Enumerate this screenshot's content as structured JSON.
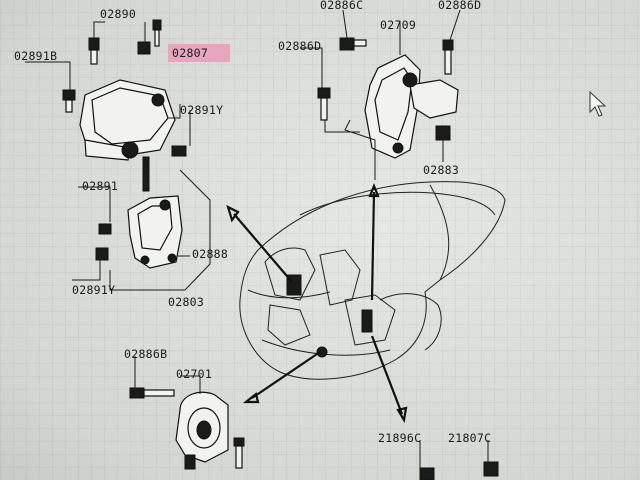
{
  "diagram": {
    "labels": {
      "p02890": "02890",
      "p02807": "02807",
      "p02891B": "02891B",
      "p02891Y_top": "02891Y",
      "p02891": "02891",
      "p02891Y_bottom": "02891Y",
      "p02888": "02888",
      "p02803": "02803",
      "p02886C": "02886C",
      "p02709": "02709",
      "p02886D_right": "02886D",
      "p02886D_left": "02886D",
      "p02883": "02883",
      "p02886B": "02886B",
      "p02701": "02701",
      "p21896C": "21896C",
      "p21807C": "21807C"
    },
    "highlight_color": "#e8a6be",
    "ink_color": "#111111"
  }
}
